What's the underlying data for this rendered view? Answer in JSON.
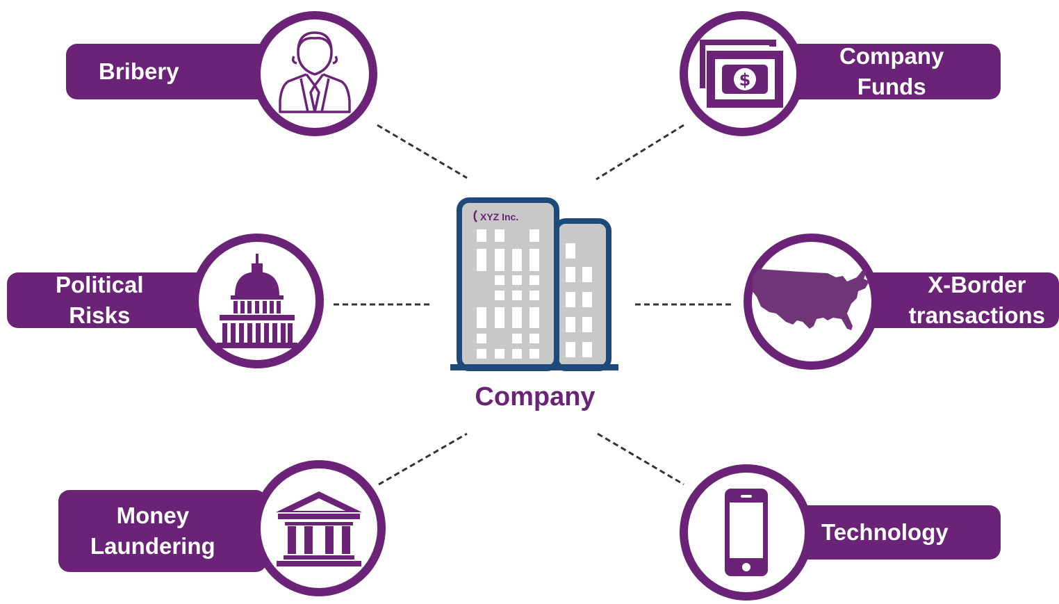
{
  "center": {
    "label": "Company",
    "building_sign": "XYZ Inc.",
    "icon": "office-building-icon"
  },
  "nodes": [
    {
      "id": "bribery",
      "lines": [
        "Bribery"
      ],
      "icon": "businessman-icon"
    },
    {
      "id": "company-funds",
      "lines": [
        "Company",
        "Funds"
      ],
      "icon": "money-bills-icon"
    },
    {
      "id": "political-risks",
      "lines": [
        "Political",
        "Risks"
      ],
      "icon": "capitol-building-icon"
    },
    {
      "id": "x-border",
      "lines": [
        "X-Border",
        "transactions"
      ],
      "icon": "usa-map-icon"
    },
    {
      "id": "money-laundering",
      "lines": [
        "Money",
        "Laundering"
      ],
      "icon": "bank-icon"
    },
    {
      "id": "technology",
      "lines": [
        "Technology"
      ],
      "icon": "smartphone-icon"
    }
  ],
  "colors": {
    "accent": "#6a2376",
    "building_frame": "#1e4a7a",
    "building_fill": "#c8c8c8",
    "connector": "#333333"
  }
}
